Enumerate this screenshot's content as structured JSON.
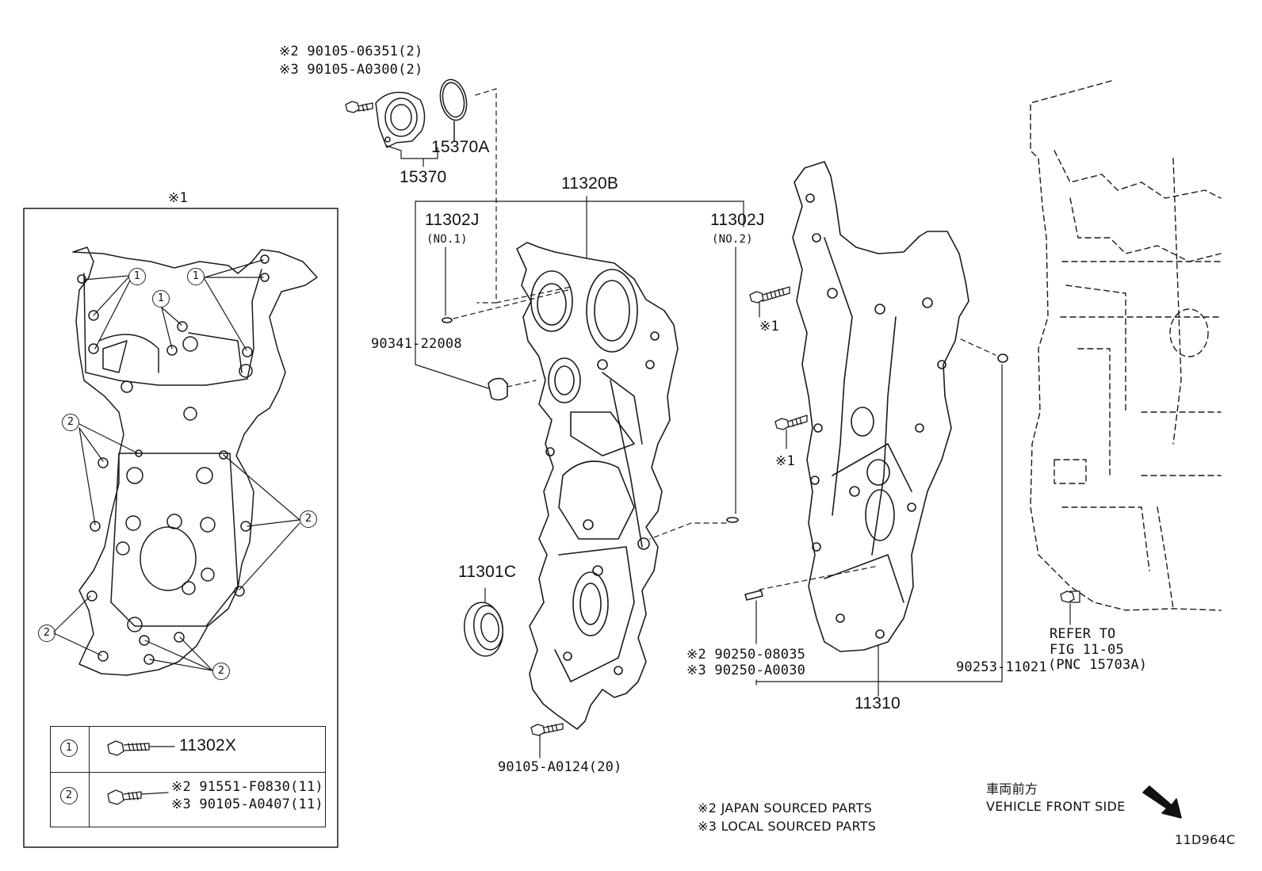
{
  "diagram_id": "11D964C",
  "kit": {
    "marker": "※1",
    "legend": {
      "row1": {
        "key": "1",
        "part": "11302X"
      },
      "row2": {
        "key": "2",
        "part_japan": "※2 91551-F0830(11)",
        "part_local": "※3 90105-A0407(11)"
      }
    },
    "callouts": [
      "1",
      "1",
      "1",
      "2",
      "2",
      "2",
      "2"
    ]
  },
  "labels": {
    "bolt_top_1": "※2 90105-06351(2)",
    "bolt_top_2": "※3 90105-A0300(2)",
    "p15370A": "15370A",
    "p15370": "15370",
    "p11320B": "11320B",
    "p11302J_1": "11302J",
    "p11302J_1_sub": "(NO.1)",
    "p11302J_2": "11302J",
    "p11302J_2_sub": "(NO.2)",
    "p90341": "90341-22008",
    "p11301C": "11301C",
    "p90105_A0124": "90105-A0124(20)",
    "star1_a": "※1",
    "star1_b": "※1",
    "pin_japan": "※2 90250-08035",
    "pin_local": "※3 90250-A0030",
    "p11310": "11310",
    "p90253": "90253-11021",
    "refer_1": "REFER TO",
    "refer_2": "FIG 11-05",
    "refer_3": "(PNC 15703A)"
  },
  "notes": {
    "japan": "※2 JAPAN SOURCED PARTS",
    "local": "※3 LOCAL SOURCED PARTS"
  },
  "direction": {
    "jp": "車両前方",
    "en": "VEHICLE FRONT SIDE",
    "arrow_icon": "arrow-down-right-icon"
  }
}
